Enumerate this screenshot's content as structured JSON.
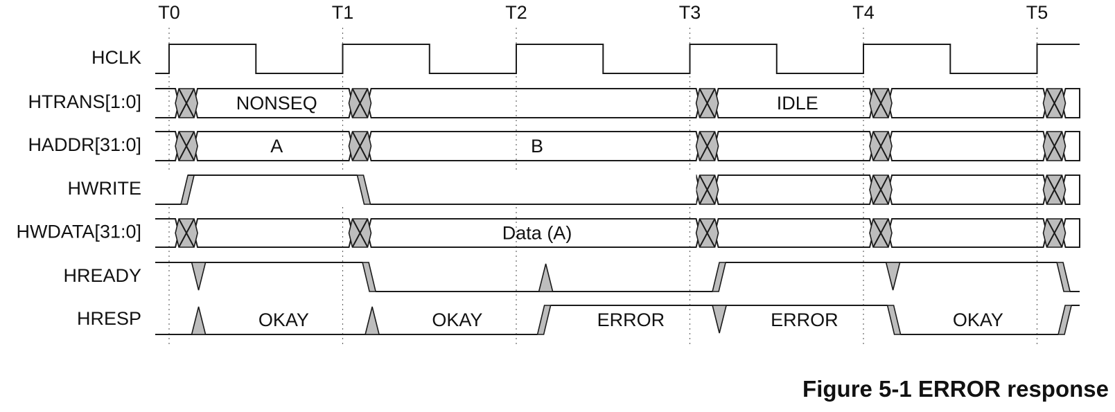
{
  "caption": "Figure 5-1 ERROR response",
  "time_markers": [
    "T0",
    "T1",
    "T2",
    "T3",
    "T4",
    "T5"
  ],
  "signals": [
    {
      "name": "HCLK",
      "kind": "clock"
    },
    {
      "name": "HTRANS[1:0]",
      "kind": "bus",
      "transitions": [
        0.1,
        1.1,
        3.1,
        4.1,
        5.1
      ],
      "labels": [
        {
          "text": "NONSEQ",
          "t": 0.62
        },
        {
          "text": "IDLE",
          "t": 3.62
        }
      ]
    },
    {
      "name": "HADDR[31:0]",
      "kind": "bus",
      "transitions": [
        0.1,
        1.1,
        3.1,
        4.1,
        5.1
      ],
      "labels": [
        {
          "text": "A",
          "t": 0.62
        },
        {
          "text": "B",
          "t": 2.12
        }
      ]
    },
    {
      "name": "HWRITE",
      "kind": "hwrite",
      "transitions": [
        3.1,
        4.1,
        5.1
      ]
    },
    {
      "name": "HWDATA[31:0]",
      "kind": "bus",
      "transitions": [
        0.1,
        1.1,
        3.1,
        4.1,
        5.1
      ],
      "labels": [
        {
          "text": "Data (A)",
          "t": 2.12
        }
      ]
    },
    {
      "name": "HREADY",
      "kind": "hready"
    },
    {
      "name": "HRESP",
      "kind": "hresp",
      "labels": [
        {
          "text": "OKAY",
          "t": 0.66
        },
        {
          "text": "OKAY",
          "t": 1.66
        },
        {
          "text": "ERROR",
          "t": 2.66
        },
        {
          "text": "ERROR",
          "t": 3.66
        },
        {
          "text": "OKAY",
          "t": 4.66
        }
      ]
    }
  ]
}
